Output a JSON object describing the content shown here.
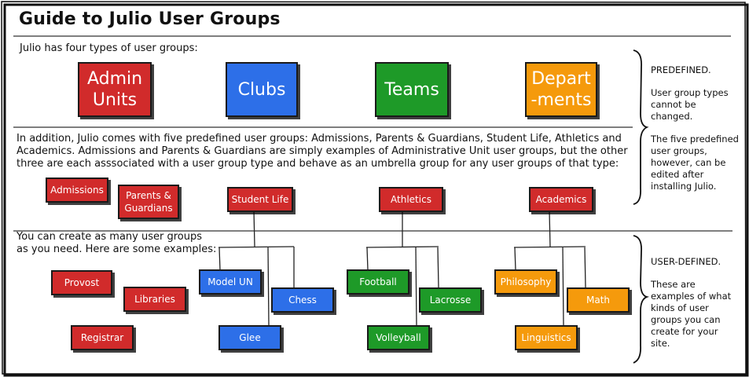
{
  "title": "Guide to Julio User Groups",
  "intro": "Julio has four types of user groups:",
  "group_types": [
    "Admin Units",
    "Clubs",
    "Teams",
    "Depart--ments"
  ],
  "group_types_display": [
    "Admin\nUnits",
    "Clubs",
    "Teams",
    "Depart\n-ments"
  ],
  "predefined_paragraph": [
    "In addition, Julio comes with five predefined user groups: Admissions, Parents & Guardians, Student Life, Athletics and",
    "Academics. Admissions and Parents & Guardians are simply examples of Administrative Unit user groups, but the other",
    "three are each asssociated with a user group type and behave as an umbrella group for any user groups of that type:"
  ],
  "predefined_groups": {
    "admissions": "Admissions",
    "parents": "Parents & Guardians",
    "student_life": "Student Life",
    "athletics": "Athletics",
    "academics": "Academics"
  },
  "create_text": [
    "You can create as many user groups",
    "as you need. Here are some examples:"
  ],
  "examples": {
    "provost": "Provost",
    "libraries": "Libraries",
    "registrar": "Registrar",
    "model_un": "Model UN",
    "chess": "Chess",
    "glee": "Glee",
    "football": "Football",
    "lacrosse": "Lacrosse",
    "volleyball": "Volleyball",
    "philosophy": "Philosophy",
    "math": "Math",
    "linguistics": "Linguistics"
  },
  "sidebar_predefined": {
    "heading": "PREDEFINED.",
    "para1": "User group types cannot be changed.",
    "para2": "The five predefined user groups, however, can be edited after installing Julio."
  },
  "sidebar_user_defined": {
    "heading": "USER-DEFINED.",
    "para1": "These are examples of what kinds of user groups you can create for your site."
  },
  "colors": {
    "admin_red": "#d12b2b",
    "clubs_blue": "#2d6fe8",
    "teams_green": "#1e9a28",
    "departments_orange": "#f59a0c"
  }
}
